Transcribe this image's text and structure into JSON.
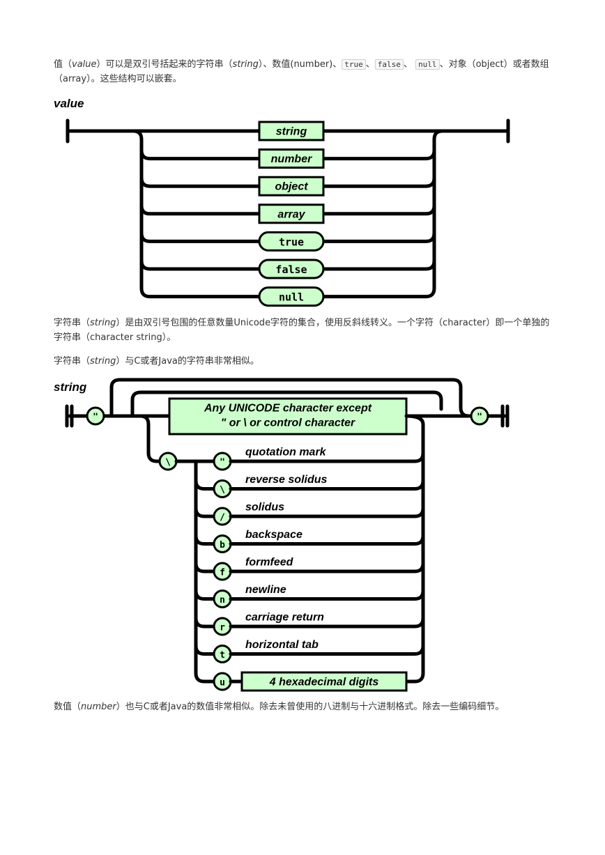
{
  "para1": {
    "t1": "值（",
    "value": "value",
    "t2": "）可以是双引号括起来的字符串（",
    "string": "string",
    "t3": "）、数值(number)、",
    "code_true": "true",
    "sep1": "、",
    "code_false": "false",
    "sep2": "、",
    "code_null": "null",
    "t4": "、对象（object）或者数组（array）。这些结构可以嵌套。"
  },
  "value_diagram": {
    "title": "value",
    "options": [
      {
        "label": "string",
        "kind": "rect"
      },
      {
        "label": "number",
        "kind": "rect"
      },
      {
        "label": "object",
        "kind": "rect"
      },
      {
        "label": "array",
        "kind": "rect"
      },
      {
        "label": "true",
        "kind": "pill"
      },
      {
        "label": "false",
        "kind": "pill"
      },
      {
        "label": "null",
        "kind": "pill"
      }
    ]
  },
  "para2": {
    "t1": "字符串（",
    "string": "string",
    "t2": "）是由双引号包围的任意数量Unicode字符的集合，使用反斜线转义。一个字符（character）即一个单独的字符串（character string）。"
  },
  "para3": {
    "t1": "字符串（",
    "string": "string",
    "t2": "）与C或者Java的字符串非常相似。"
  },
  "string_diagram": {
    "title": "string",
    "quote": "\"",
    "any_char_line1": "Any UNICODE character except",
    "any_char_line2": "\"  or  \\  or control character",
    "backslash": "\\",
    "escapes": [
      {
        "symbol": "\"",
        "desc": "quotation mark"
      },
      {
        "symbol": "\\",
        "desc": "reverse solidus"
      },
      {
        "symbol": "/",
        "desc": "solidus"
      },
      {
        "symbol": "b",
        "desc": "backspace"
      },
      {
        "symbol": "f",
        "desc": "formfeed"
      },
      {
        "symbol": "n",
        "desc": "newline"
      },
      {
        "symbol": "r",
        "desc": "carriage return"
      },
      {
        "symbol": "t",
        "desc": "horizontal tab"
      },
      {
        "symbol": "u",
        "desc": "4 hexadecimal digits"
      }
    ]
  },
  "para4": {
    "t1": "数值（",
    "number": "number",
    "t2": "）也与C或者Java的数值非常相似。除去未曾使用的八进制与十六进制格式。除去一些编码细节。"
  }
}
